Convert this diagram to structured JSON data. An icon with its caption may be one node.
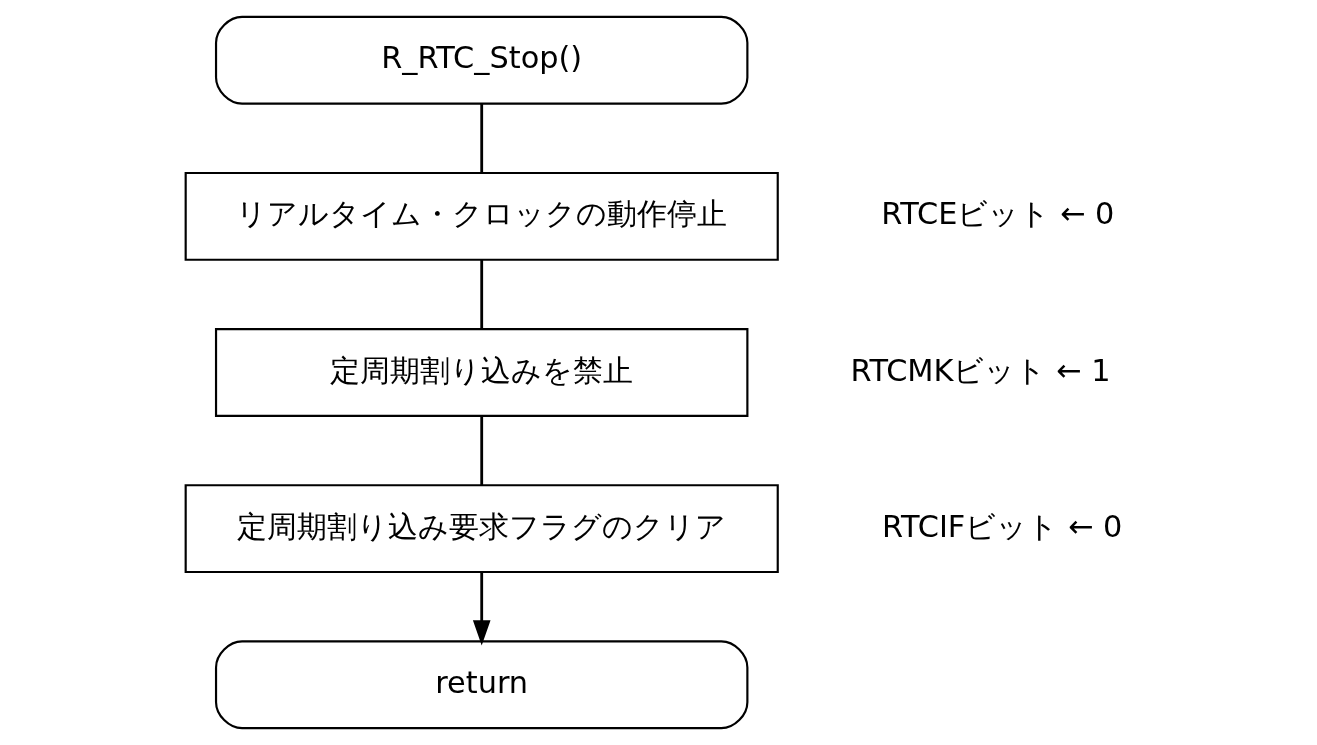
{
  "diagram": {
    "nodes": [
      {
        "text": [
          "R_RTC_Stop()"
        ]
      },
      {
        "text": [
          "リアルタイム・クロックの動作停止"
        ],
        "beside": [
          "RTCEビット ← 0"
        ]
      },
      {
        "text": [
          "定周期割り込みを禁止"
        ],
        "beside": [
          "RTCMKビット ← 1"
        ]
      },
      {
        "text": [
          "定周期割り込み要求フラグのクリア"
        ],
        "beside": [
          "RTCIFビット ← 0"
        ]
      },
      {
        "text": [
          "return"
        ]
      }
    ],
    "edges": [
      {
        "from": 0,
        "to": 1,
        "arrow": "none"
      },
      {
        "from": 1,
        "to": 2,
        "arrow": "none"
      },
      {
        "from": 2,
        "to": 3,
        "arrow": "none"
      },
      {
        "from": 3,
        "to": 4,
        "arrow": "to"
      }
    ]
  }
}
